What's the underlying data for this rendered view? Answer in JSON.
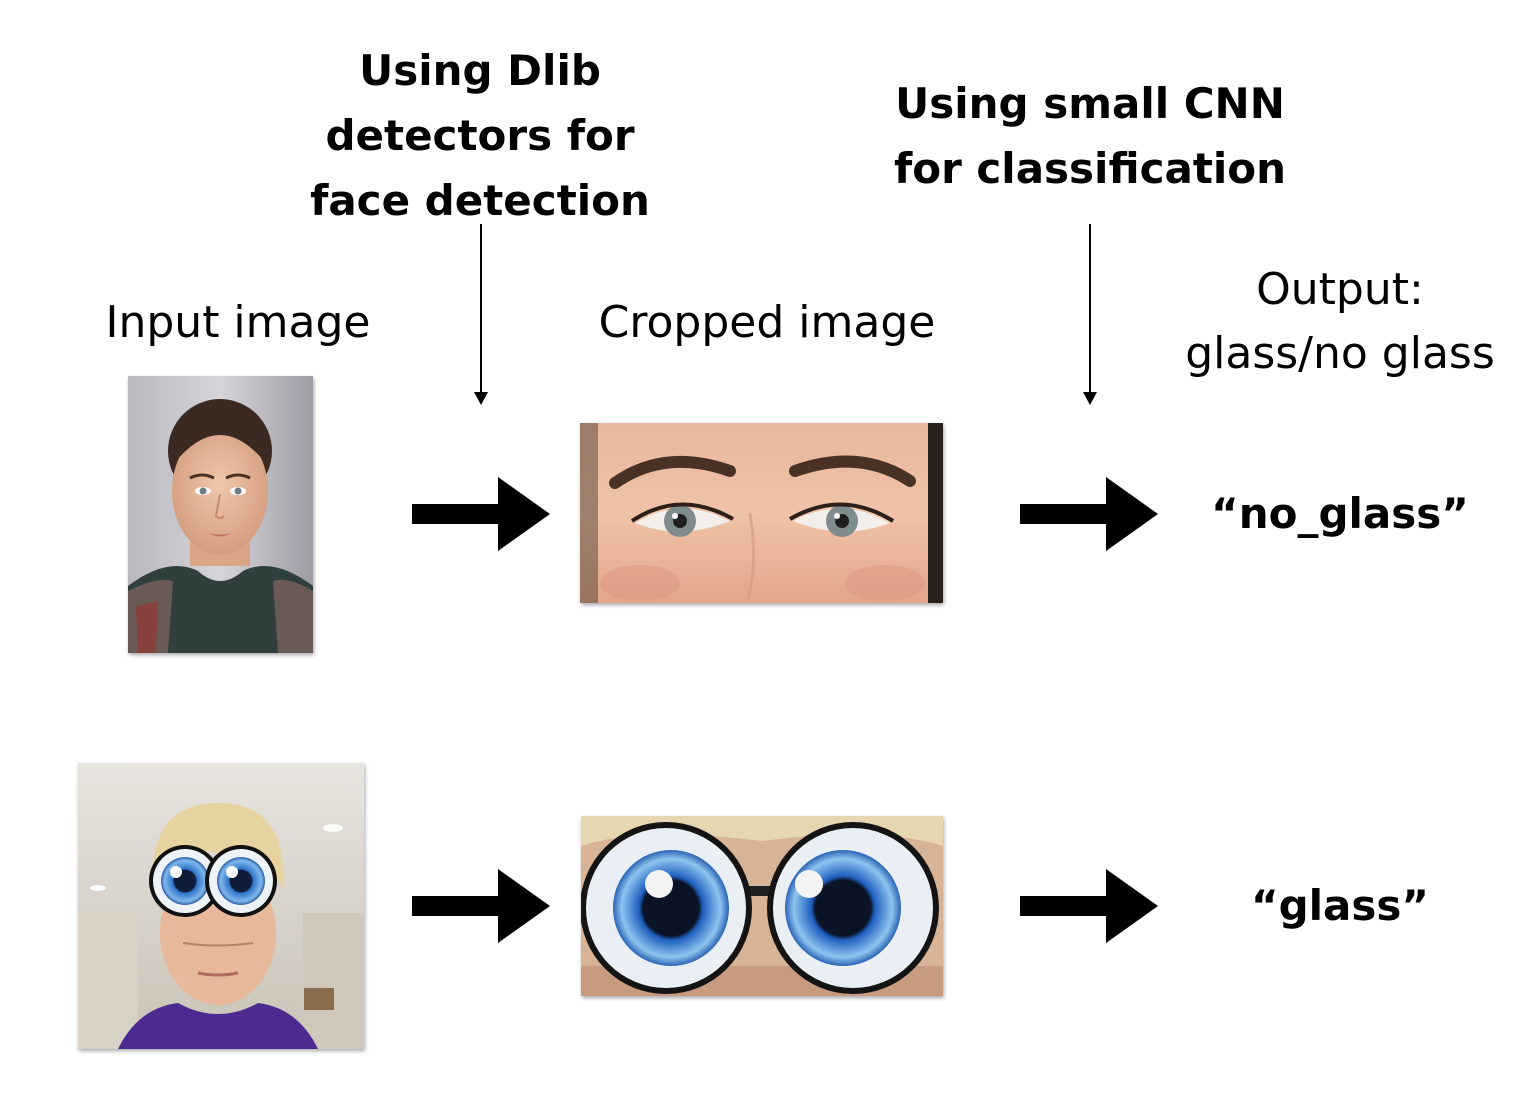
{
  "steps": {
    "detector_label": [
      "Using Dlib",
      "detectors for",
      "face detection"
    ],
    "classifier_label": [
      "Using small CNN",
      "for classification"
    ]
  },
  "columns": {
    "input_label": "Input image",
    "cropped_label": "Cropped image",
    "output_label": [
      "Output:",
      "glass/no glass"
    ]
  },
  "rows": [
    {
      "result": "“no_glass”"
    },
    {
      "result": "“glass”"
    }
  ]
}
